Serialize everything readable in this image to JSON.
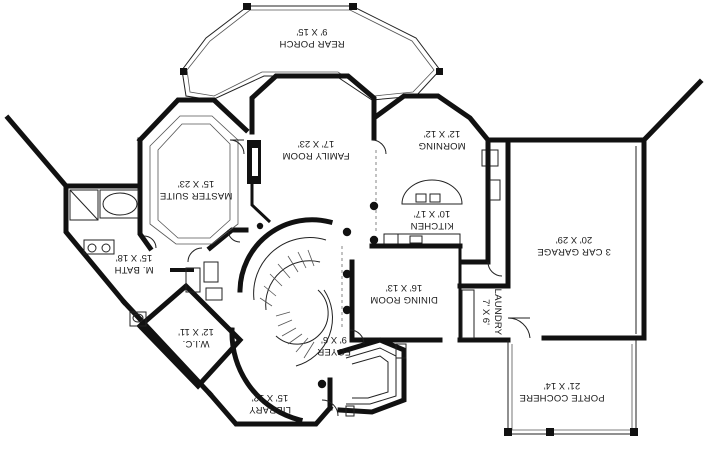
{
  "rooms": {
    "rear_porch": {
      "name": "REAR PORCH",
      "size": "9' X 15'"
    },
    "family_room": {
      "name": "FAMILY ROOM",
      "size": "17' X 23'"
    },
    "morning": {
      "name": "MORNING",
      "size": "12' X 12'"
    },
    "master_suite": {
      "name": "MASTER SUITE",
      "size": "15' X 23'"
    },
    "kitchen": {
      "name": "KITCHEN",
      "size": "10' X 17'"
    },
    "garage": {
      "name": "3 CAR GARAGE",
      "size": "20' X 29'"
    },
    "m_bath": {
      "name": "M. BATH",
      "size": "15' X 18'"
    },
    "dining_room": {
      "name": "DINING ROOM",
      "size": "16' X 13'"
    },
    "laundry": {
      "name": "LAUNDRY",
      "size": "7' X 6'"
    },
    "wic": {
      "name": "W.I.C.",
      "size": "12' X 11'"
    },
    "foyer": {
      "name": "FOYER",
      "size": "9' X 6'"
    },
    "porte_cochere": {
      "name": "PORTE COCHERE",
      "size": "21' X 14'"
    },
    "library": {
      "name": "LIBRARY",
      "size": "15' X 12'"
    }
  },
  "colors": {
    "wall": "#111111",
    "background": "#ffffff"
  }
}
